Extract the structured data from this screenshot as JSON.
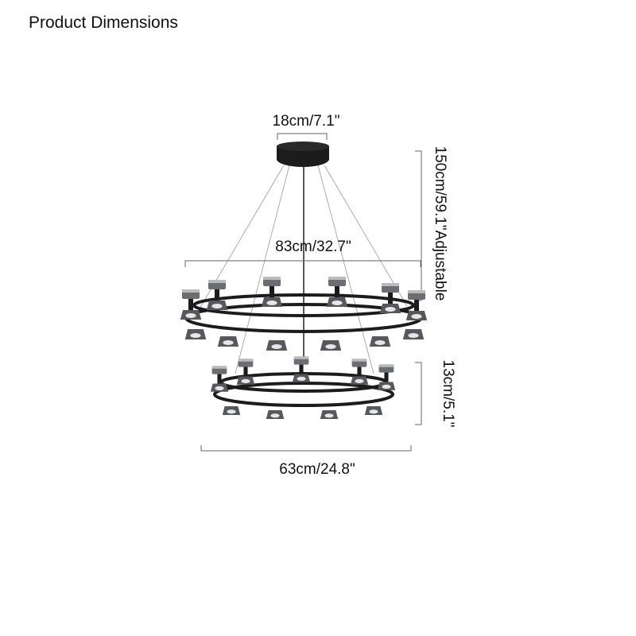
{
  "title": "Product Dimensions",
  "dimensions": {
    "canopy_width": "18cm/7.1\"",
    "upper_ring_width": "83cm/32.7\"",
    "overall_height": "150cm/59.1\"Adjustable",
    "lower_ring_height": "13cm/5.1\"",
    "lower_ring_width": "63cm/24.8\""
  },
  "colors": {
    "frame": "#1c1c1c",
    "shade": "#5a5d62",
    "bracket": "#666666"
  }
}
